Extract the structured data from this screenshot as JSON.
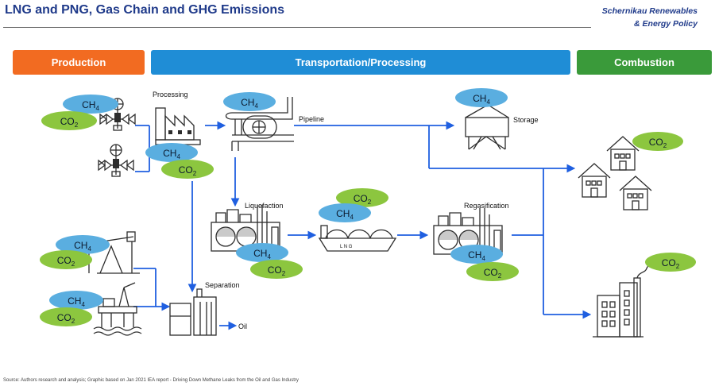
{
  "header": {
    "title": "LNG and PNG, Gas Chain and GHG Emissions",
    "brand_line1": "Schernikau Renewables",
    "brand_line2": "& Energy Policy"
  },
  "stages": {
    "production": "Production",
    "transport": "Transportation/Processing",
    "combustion": "Combustion"
  },
  "labels": {
    "processing": "Processing",
    "pipeline": "Pipeline",
    "storage": "Storage",
    "liquefaction": "Liquefaction",
    "lng_ship": "L N G",
    "regasification": "Regasification",
    "separation": "Separation",
    "oil": "Oil"
  },
  "gases": {
    "ch4": "CH",
    "co2": "CO",
    "subscript_ch4": "4",
    "subscript_co2": "2"
  },
  "colors": {
    "production": "#f26b21",
    "transport": "#1f8dd6",
    "combustion": "#3a9a3a",
    "ch4_bubble": "#5aaee0",
    "co2_bubble": "#8cc63f",
    "flow_arrow": "#1f5fe0",
    "title": "#1f3a8a"
  },
  "source": "Source: Authors research and analysis; Graphic based on Jan 2021 IEA report - Driving Down Methane Leaks from the Oil and Gas Industry"
}
